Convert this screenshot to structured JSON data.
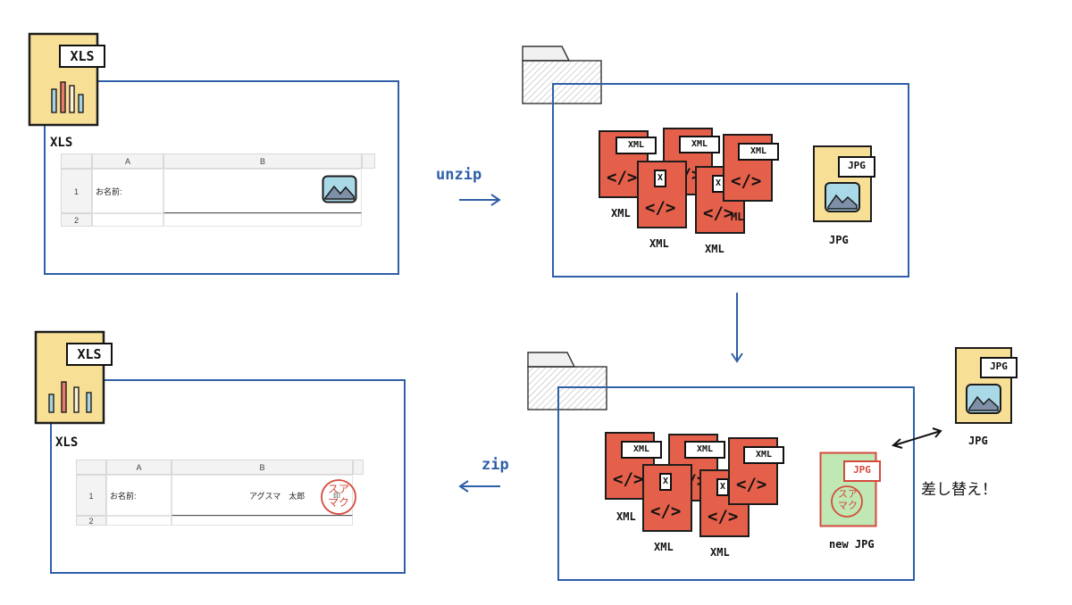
{
  "steps": {
    "unzip_label": "unzip",
    "zip_label": "zip"
  },
  "original_xls": {
    "tag": "XLS",
    "caption": "XLS",
    "sheet": {
      "col_a": "A",
      "col_b": "B",
      "row1": "1",
      "row2": "2",
      "name_label": "お名前:"
    }
  },
  "extracted": {
    "xml_tag": "XML",
    "xml_code": "</>",
    "xml_captions": [
      "XML",
      "XML",
      "XML"
    ],
    "jpg_tag": "JPG",
    "jpg_caption": "JPG"
  },
  "replaced": {
    "xml_tag": "XML",
    "xml_code": "</>",
    "xml_captions": [
      "XML",
      "XML",
      "XML"
    ],
    "new_jpg_tag": "JPG",
    "new_jpg_caption": "new JPG",
    "stamp_text": "スア\nマク",
    "swap_label": "差し替え！",
    "external_jpg_tag": "JPG",
    "external_jpg_caption": "JPG"
  },
  "result_xls": {
    "tag": "XLS",
    "caption": "XLS",
    "sheet": {
      "col_a": "A",
      "col_b": "B",
      "row1": "1",
      "row2": "2",
      "name_label": "お名前:",
      "name_value": "アグスマ　太郎",
      "seal_text": "印"
    }
  },
  "colors": {
    "frame": "#2f5fa8",
    "xml_file": "#e5604a",
    "xls_file": "#f8df96",
    "new_jpg": "#bfe8b4",
    "stamp": "#d64a3c"
  }
}
